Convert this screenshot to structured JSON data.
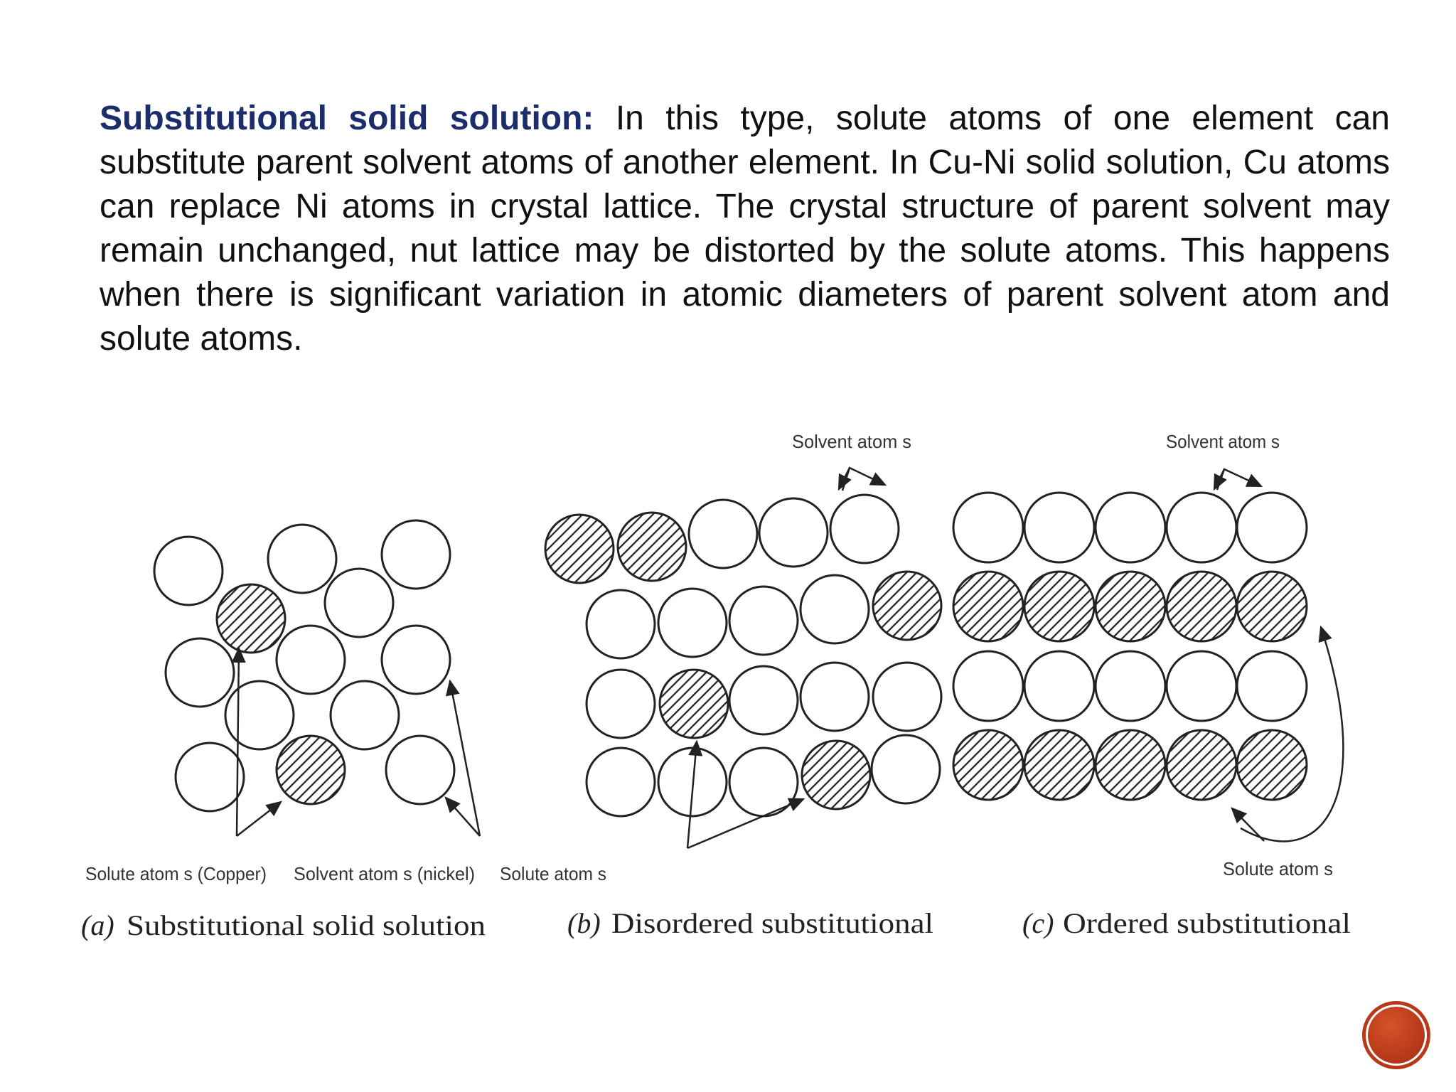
{
  "paragraph": {
    "lead": "Substitutional solid solution:",
    "body": " In this type, solute atoms of one element can substitute parent solvent atoms of another element. In Cu-Ni solid solution, Cu atoms can replace Ni atoms in crystal lattice. The crystal structure of parent solvent may remain unchanged, nut lattice may be distorted by the solute atoms. This happens when there is significant variation in atomic diameters of parent solvent atom and solute atoms."
  },
  "colors": {
    "lead_text": "#1c2d6b",
    "body_text": "#111111",
    "badge": "#b8391a"
  },
  "diagram_a": {
    "label_solute_copper": "Solute atom s (Copper)",
    "label_solvent_nickel": "Solvent atom s (nickel)",
    "label_solute": "Solute atom s",
    "caption_letter": "(a)",
    "caption": "Substitutional solid solution"
  },
  "diagram_b": {
    "label_solvent": "Solvent atom s",
    "caption_letter": "(b)",
    "caption": "Disordered substitutional"
  },
  "diagram_c": {
    "label_solvent": "Solvent atom s",
    "label_solute": "Solute atom s",
    "caption_letter": "(c)",
    "caption": "Ordered substitutional"
  }
}
